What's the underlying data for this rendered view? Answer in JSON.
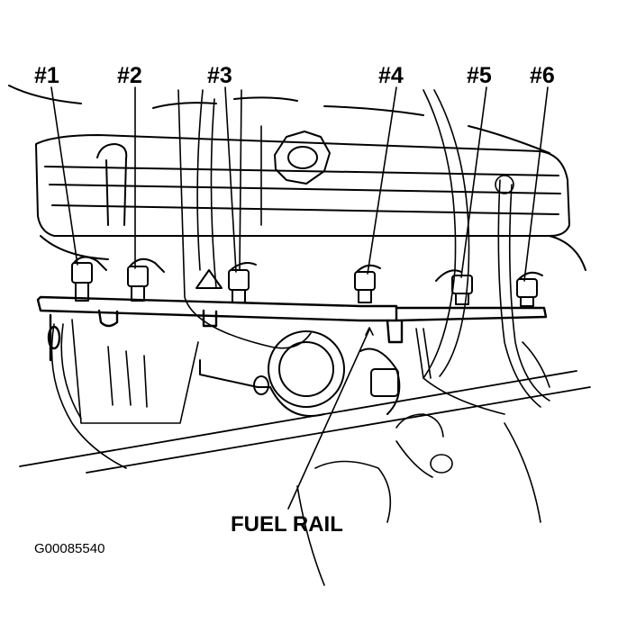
{
  "diagram": {
    "injector_labels": [
      "#1",
      "#2",
      "#3",
      "#4",
      "#5",
      "#6"
    ],
    "callout_label": "FUEL RAIL",
    "figure_id": "G00085540",
    "line_color": "#000000",
    "background_color": "#ffffff"
  }
}
